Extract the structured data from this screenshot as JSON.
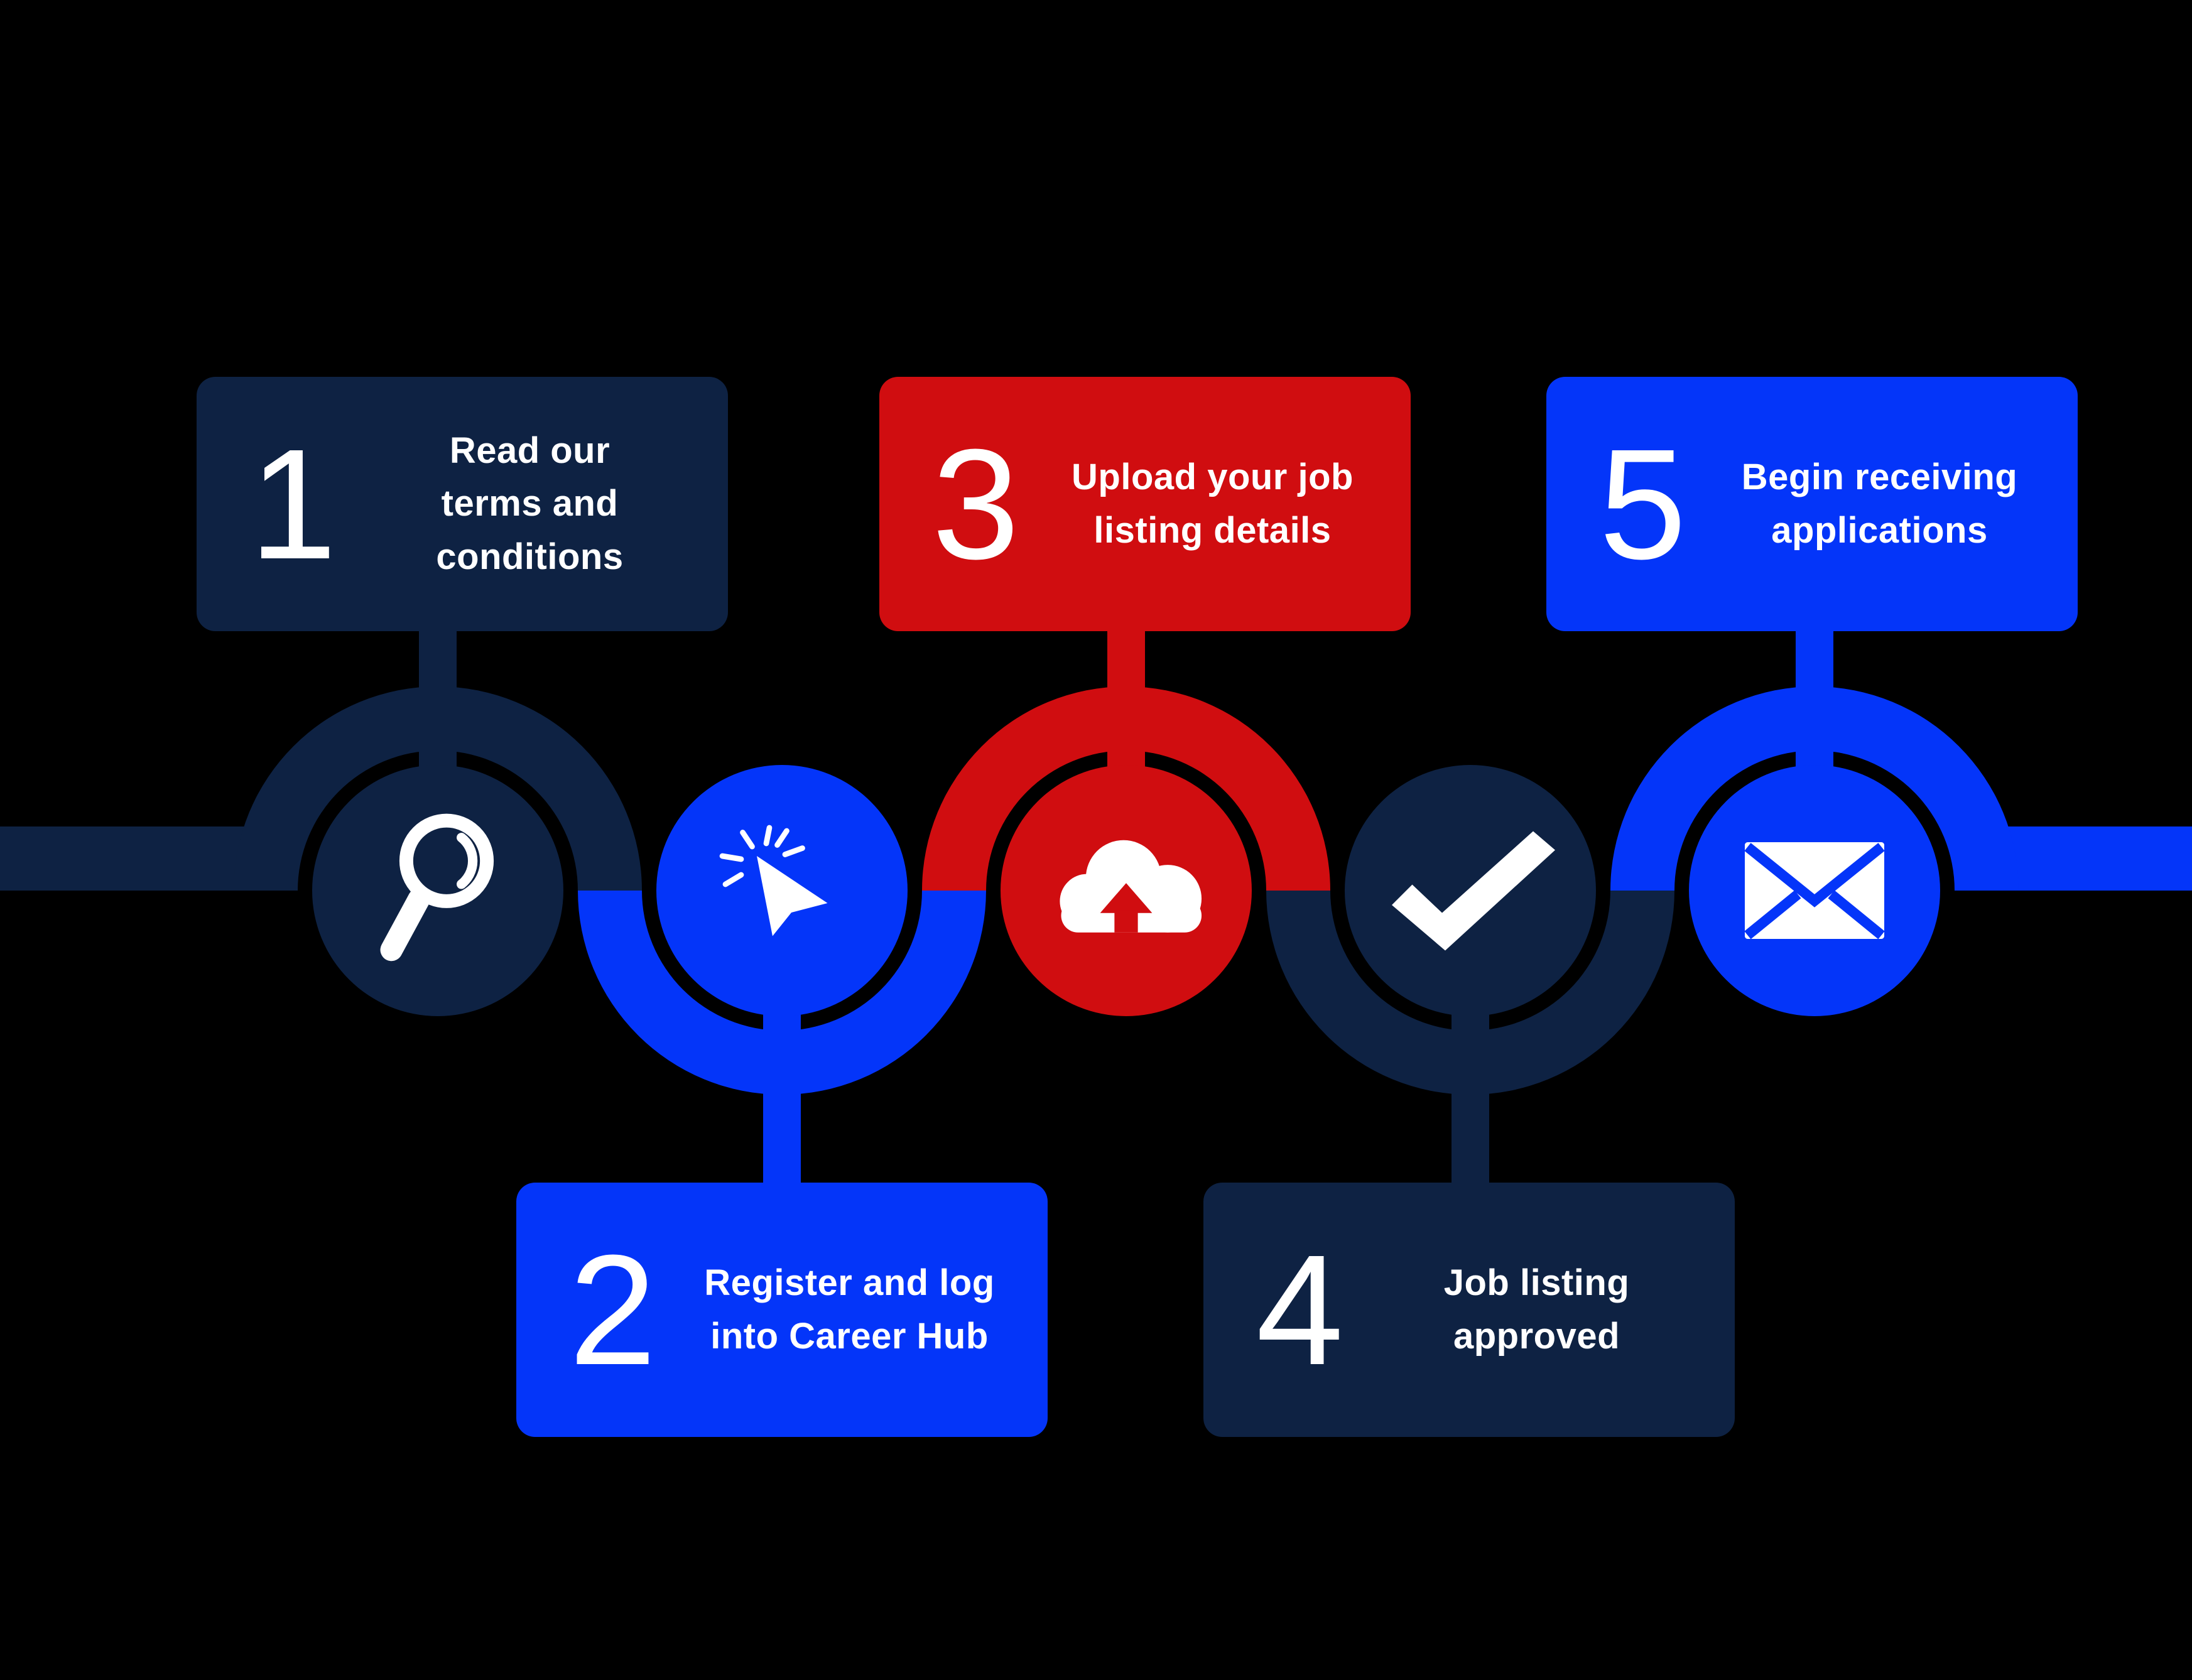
{
  "background_color": "#000000",
  "text_color": "#FFFFFF",
  "timeline": {
    "left_bar_color": "#0E2243",
    "right_bar_color": "#0435F9"
  },
  "steps": [
    {
      "number": "1",
      "label": "Read our terms and conditions",
      "color": "#0E2243",
      "icon": "magnifier-icon",
      "box_position": "top"
    },
    {
      "number": "2",
      "label": "Register and log into Career Hub",
      "color": "#0435F9",
      "icon": "cursor-click-icon",
      "box_position": "bottom"
    },
    {
      "number": "3",
      "label": "Upload your job listing details",
      "color": "#D00D10",
      "icon": "cloud-upload-icon",
      "box_position": "top"
    },
    {
      "number": "4",
      "label": "Job listing approved",
      "color": "#0E2243",
      "icon": "checkmark-icon",
      "box_position": "bottom"
    },
    {
      "number": "5",
      "label": "Begin receiving applications",
      "color": "#0435F9",
      "icon": "envelope-icon",
      "box_position": "top"
    }
  ]
}
